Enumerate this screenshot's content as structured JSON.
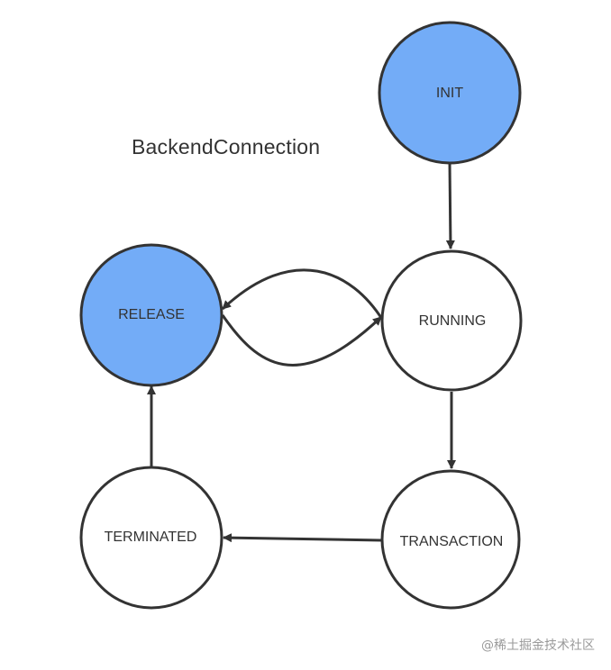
{
  "title": "BackendConnection",
  "watermark": "@稀土掘金技术社区",
  "colors": {
    "highlight_fill": "#73acf7",
    "normal_fill": "#ffffff",
    "stroke": "#333333",
    "arrow": "#333333"
  },
  "states": {
    "init": {
      "label": "INIT",
      "highlighted": true
    },
    "release": {
      "label": "RELEASE",
      "highlighted": true
    },
    "running": {
      "label": "RUNNING",
      "highlighted": false
    },
    "transaction": {
      "label": "TRANSACTION",
      "highlighted": false
    },
    "terminated": {
      "label": "TERMINATED",
      "highlighted": false
    }
  },
  "transitions": [
    {
      "from": "INIT",
      "to": "RUNNING"
    },
    {
      "from": "RUNNING",
      "to": "RELEASE"
    },
    {
      "from": "RELEASE",
      "to": "RUNNING"
    },
    {
      "from": "RUNNING",
      "to": "TRANSACTION"
    },
    {
      "from": "TRANSACTION",
      "to": "TERMINATED"
    },
    {
      "from": "TERMINATED",
      "to": "RELEASE"
    }
  ]
}
